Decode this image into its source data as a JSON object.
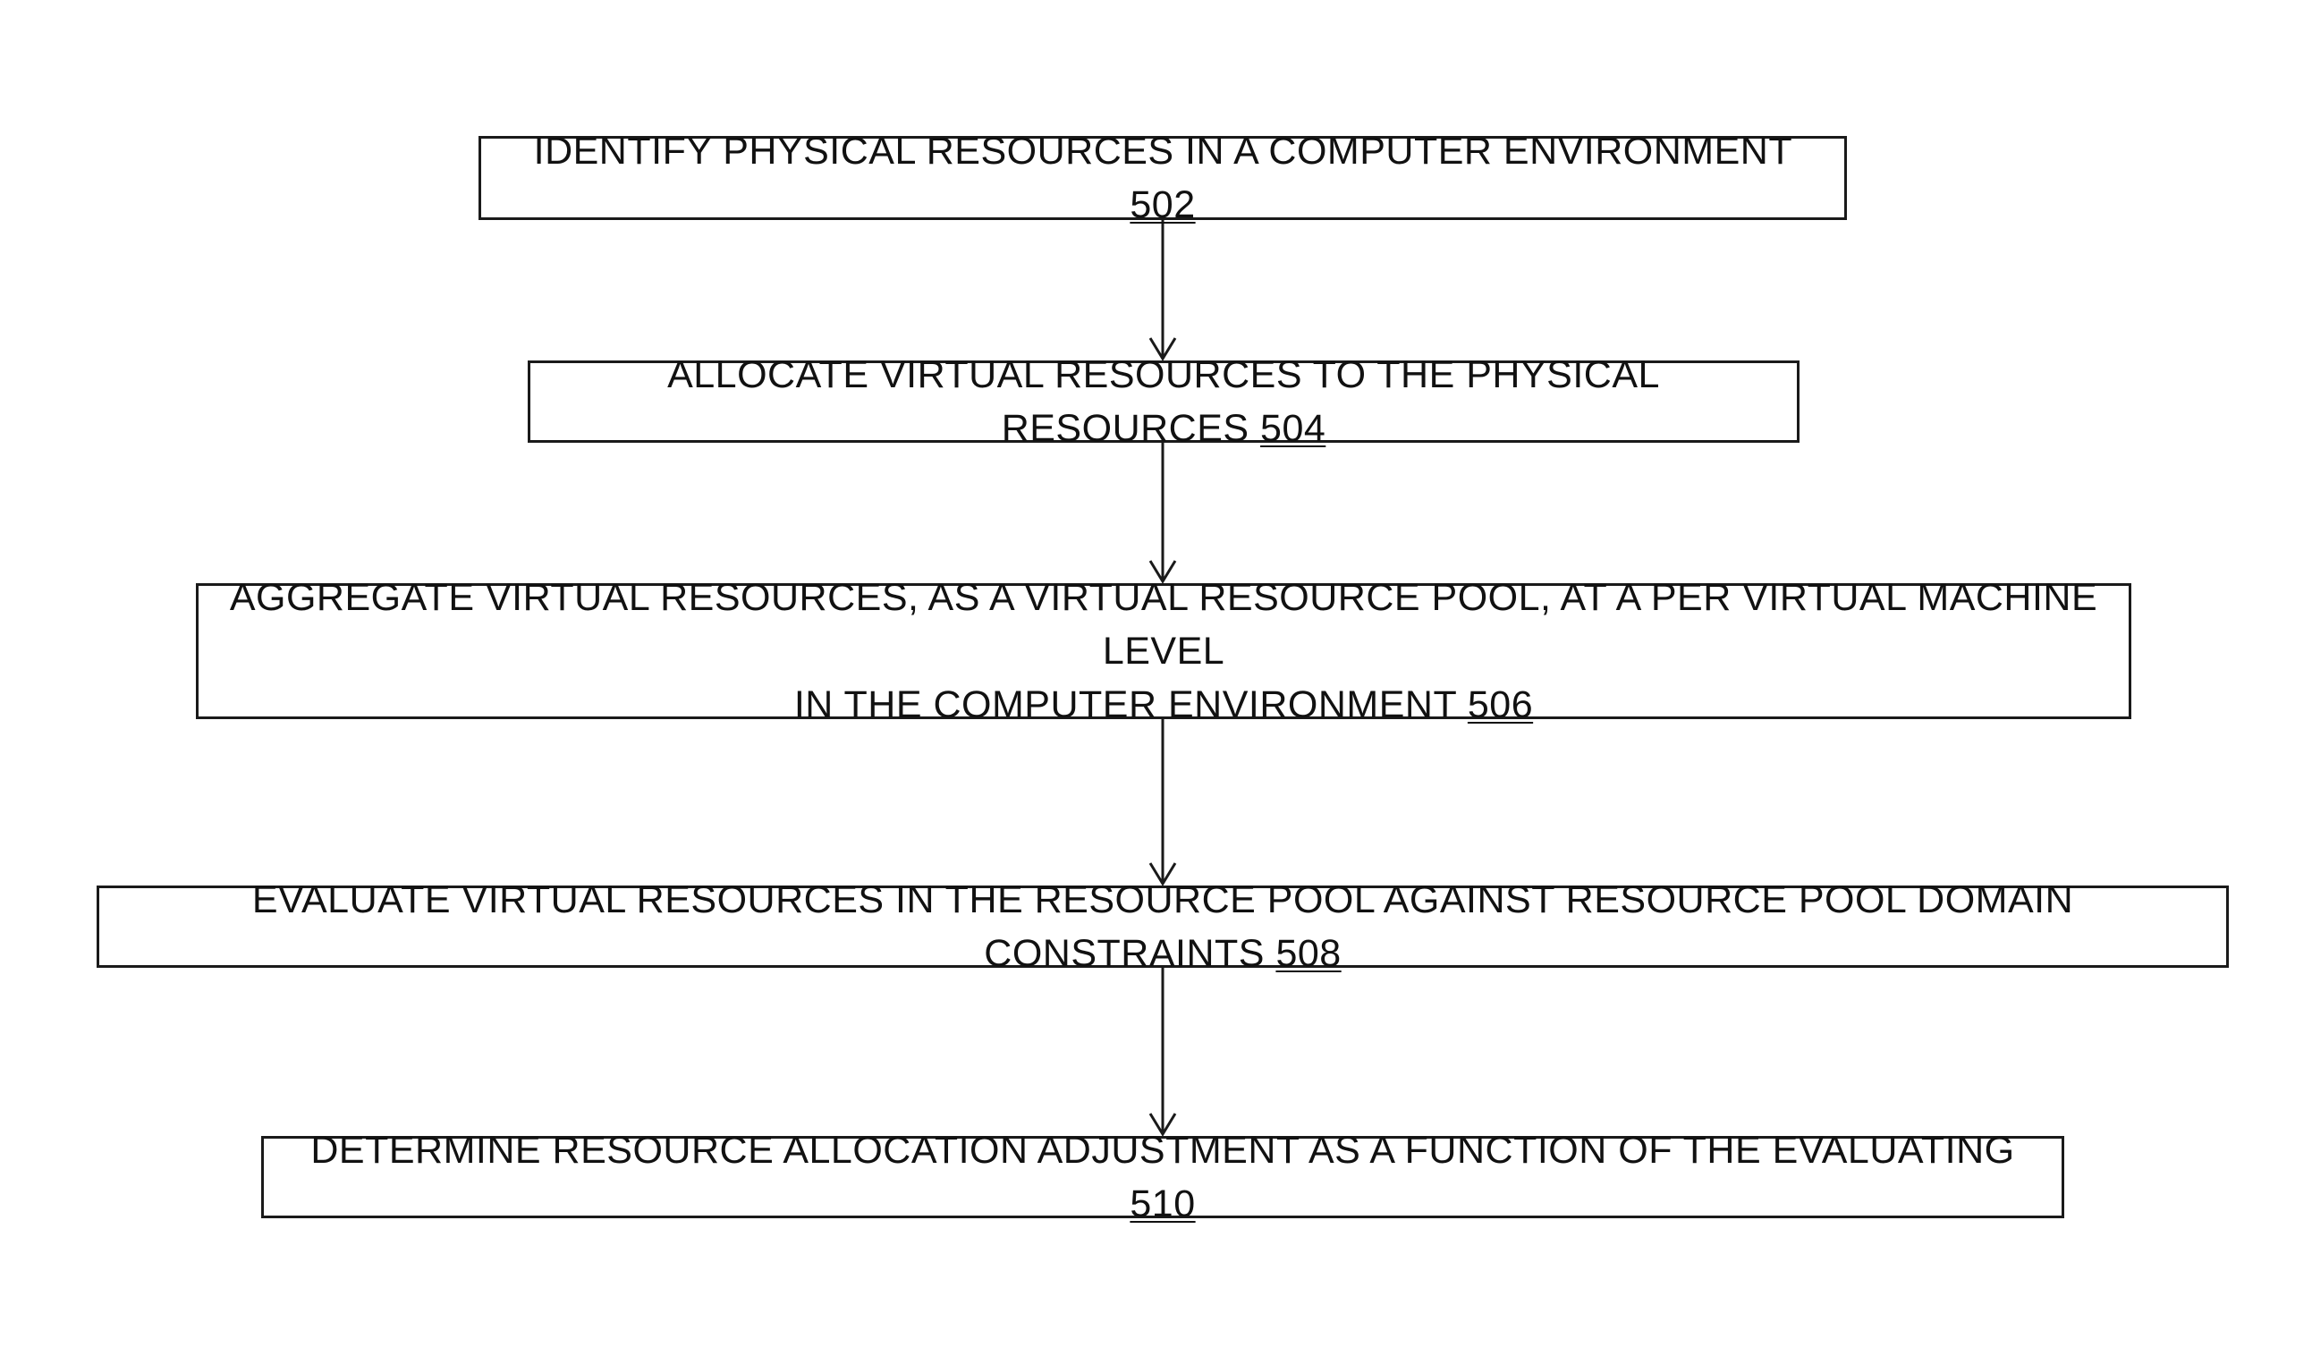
{
  "flowchart": {
    "steps": [
      {
        "text": "IDENTIFY PHYSICAL RESOURCES IN A COMPUTER ENVIRONMENT",
        "ref": "502"
      },
      {
        "text": "ALLOCATE VIRTUAL RESOURCES TO THE PHYSICAL RESOURCES",
        "ref": "504"
      },
      {
        "text": "AGGREGATE VIRTUAL RESOURCES, AS A VIRTUAL RESOURCE POOL, AT A PER VIRTUAL MACHINE LEVEL",
        "text_line2": "IN THE COMPUTER ENVIRONMENT",
        "ref": "506"
      },
      {
        "text": "EVALUATE VIRTUAL RESOURCES IN THE RESOURCE POOL AGAINST RESOURCE POOL DOMAIN CONSTRAINTS",
        "ref": "508"
      },
      {
        "text": "DETERMINE RESOURCE ALLOCATION ADJUSTMENT AS A FUNCTION OF THE EVALUATING",
        "ref": "510"
      }
    ]
  },
  "colors": {
    "line": "#1a1a1a",
    "background": "#ffffff"
  }
}
